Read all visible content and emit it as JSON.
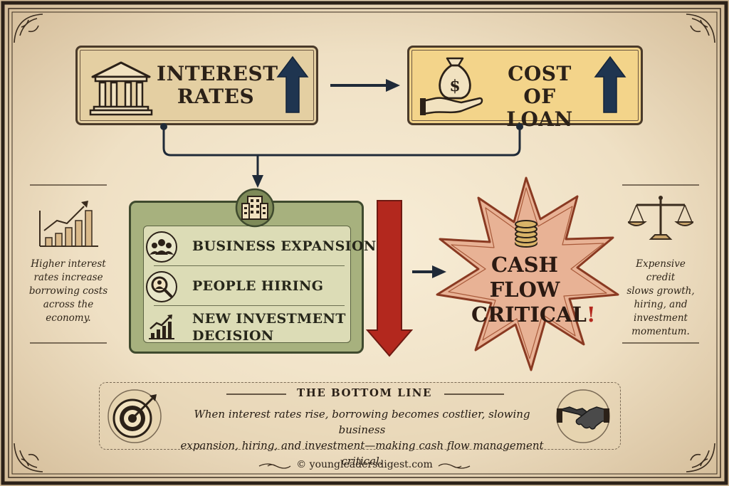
{
  "interest_box": {
    "title_line1": "INTEREST",
    "title_line2": "RATES"
  },
  "loan_box": {
    "title_line1": "COST OF",
    "title_line2": "LOAN"
  },
  "effects": {
    "items": [
      {
        "label_line1": "BUSINESS EXPANSION",
        "label_line2": "",
        "icon": "team-icon"
      },
      {
        "label_line1": "PEOPLE HIRING",
        "label_line2": "",
        "icon": "magnifier-person-icon"
      },
      {
        "label_line1": "NEW INVESTMENT",
        "label_line2": "DECISION",
        "icon": "growth-chart-icon"
      }
    ]
  },
  "burst": {
    "line1": "CASH",
    "line2": "FLOW",
    "line3": "CRITICAL",
    "exclaim": "!"
  },
  "left_note": {
    "line1": "Higher interest",
    "line2": "rates increase",
    "line3": "borrowing costs",
    "line4": "across the",
    "line5": "economy."
  },
  "right_note": {
    "line1": "Expensive credit",
    "line2": "slows growth,",
    "line3": "hiring, and",
    "line4": "investment",
    "line5": "momentum."
  },
  "bottom_line": {
    "title": "THE BOTTOM LINE",
    "text_line1": "When interest rates rise, borrowing becomes costlier, slowing business",
    "text_line2": "expansion, hiring, and investment—making cash flow management critical."
  },
  "footer": {
    "text": "© youngleadersdigest.com"
  },
  "colors": {
    "parchment": "#efe0c4",
    "navy_arrow": "#1f3550",
    "red_arrow": "#b3281e",
    "burst_fill": "#e8b295",
    "green_panel": "#a7b17e",
    "gold_box": "#f3d48a"
  }
}
